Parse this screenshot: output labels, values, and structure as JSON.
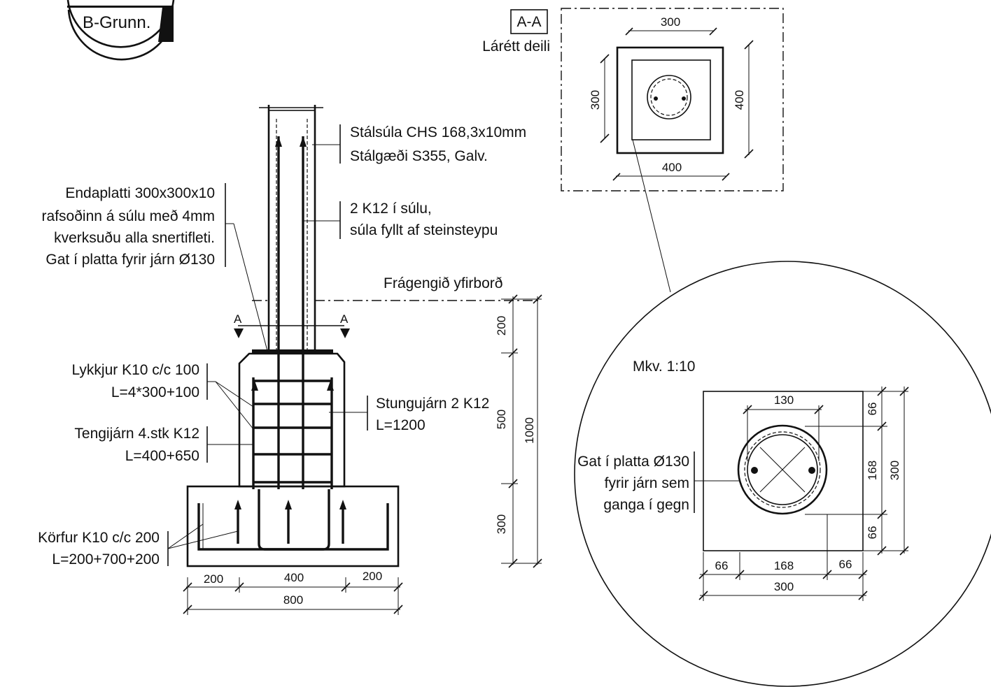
{
  "title_block": {
    "label": "B-Grunn."
  },
  "section_marker": {
    "tag": "A-A",
    "caption": "Lárétt deili",
    "cut_letter": "A"
  },
  "main_labels": {
    "column_steel": [
      "Stálsúla CHS 168,3x10mm",
      "Stálgæði S355, Galv."
    ],
    "column_fill": [
      "2 K12 í súlu,",
      "súla fyllt af steinsteypu"
    ],
    "end_plate": [
      "Endaplatti 300x300x10",
      "rafsoðinn á súlu með 4mm",
      "kverksuðu alla snertifleti.",
      "Gat í platta fyrir járn Ø130"
    ],
    "surface": "Frágengið yfirborð",
    "stirrups": [
      "Lykkjur K10 c/c 100",
      "L=4*300+100"
    ],
    "dowels": [
      "Stungujárn 2 K12",
      "L=1200"
    ],
    "ties": [
      "Tengijárn 4.stk K12",
      "L=400+650"
    ],
    "baskets": [
      "Körfur K10 c/c 200",
      "L=200+700+200"
    ]
  },
  "main_dims": {
    "bottom_parts": [
      "200",
      "400",
      "200"
    ],
    "bottom_total": "800",
    "vertical_parts": [
      "200",
      "500",
      "300"
    ],
    "vertical_total": "1000"
  },
  "section_dims": {
    "top": "300",
    "left": "300",
    "right": "400",
    "bottom": "400"
  },
  "detail": {
    "scale": "Mkv. 1:10",
    "hole_label": [
      "Gat í platta Ø130",
      "fyrir járn sem",
      "ganga í gegn"
    ],
    "dim_top": "130",
    "dim_bottom_parts": [
      "66",
      "168",
      "66"
    ],
    "dim_bottom_total": "300",
    "dim_right_parts": [
      "66",
      "168",
      "66"
    ],
    "dim_right_total": "300"
  }
}
